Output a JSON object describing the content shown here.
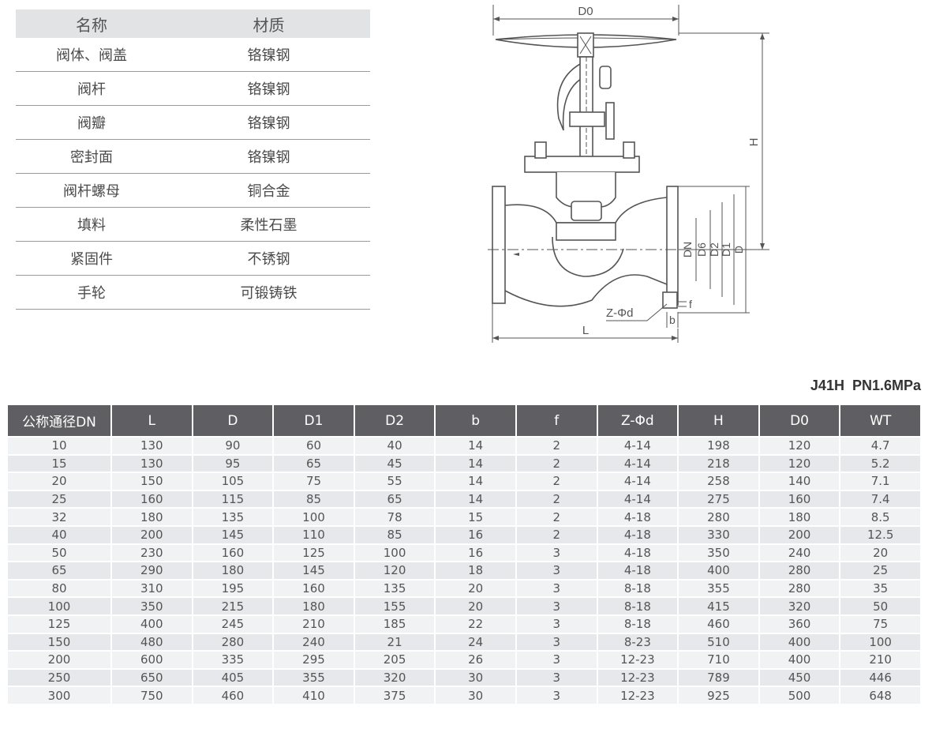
{
  "materials": {
    "headers": [
      "名称",
      "材质"
    ],
    "rows": [
      [
        "阀体、阀盖",
        "铬镍钢"
      ],
      [
        "阀杆",
        "铬镍钢"
      ],
      [
        "阀瓣",
        "铬镍钢"
      ],
      [
        "密封面",
        "铬镍钢"
      ],
      [
        "阀杆螺母",
        "铜合金"
      ],
      [
        "填料",
        "柔性石墨"
      ],
      [
        "紧固件",
        "不锈钢"
      ],
      [
        "手轮",
        "可锻铸铁"
      ]
    ]
  },
  "drawing": {
    "label_d0": "D0",
    "label_h": "H",
    "label_l": "L",
    "label_zd": "Z-Φd",
    "label_b": "b",
    "label_f": "f",
    "label_dn": "DN",
    "label_d6": "D6",
    "label_d2": "D2",
    "label_d1": "D1",
    "label_d": "D"
  },
  "model_label": "J41H  PN1.6MPa",
  "dimensions": {
    "headers": [
      "公称通径DN",
      "L",
      "D",
      "D1",
      "D2",
      "b",
      "f",
      "Z-Φd",
      "H",
      "D0",
      "WT"
    ],
    "rows": [
      [
        "10",
        "130",
        "90",
        "60",
        "40",
        "14",
        "2",
        "4-14",
        "198",
        "120",
        "4.7"
      ],
      [
        "15",
        "130",
        "95",
        "65",
        "45",
        "14",
        "2",
        "4-14",
        "218",
        "120",
        "5.2"
      ],
      [
        "20",
        "150",
        "105",
        "75",
        "55",
        "14",
        "2",
        "4-14",
        "258",
        "140",
        "7.1"
      ],
      [
        "25",
        "160",
        "115",
        "85",
        "65",
        "14",
        "2",
        "4-14",
        "275",
        "160",
        "7.4"
      ],
      [
        "32",
        "180",
        "135",
        "100",
        "78",
        "15",
        "2",
        "4-18",
        "280",
        "180",
        "8.5"
      ],
      [
        "40",
        "200",
        "145",
        "110",
        "85",
        "16",
        "2",
        "4-18",
        "330",
        "200",
        "12.5"
      ],
      [
        "50",
        "230",
        "160",
        "125",
        "100",
        "16",
        "3",
        "4-18",
        "350",
        "240",
        "20"
      ],
      [
        "65",
        "290",
        "180",
        "145",
        "120",
        "18",
        "3",
        "4-18",
        "400",
        "280",
        "25"
      ],
      [
        "80",
        "310",
        "195",
        "160",
        "135",
        "20",
        "3",
        "8-18",
        "355",
        "280",
        "35"
      ],
      [
        "100",
        "350",
        "215",
        "180",
        "155",
        "20",
        "3",
        "8-18",
        "415",
        "320",
        "50"
      ],
      [
        "125",
        "400",
        "245",
        "210",
        "185",
        "22",
        "3",
        "8-18",
        "460",
        "360",
        "75"
      ],
      [
        "150",
        "480",
        "280",
        "240",
        "21",
        "24",
        "3",
        "8-23",
        "510",
        "400",
        "100"
      ],
      [
        "200",
        "600",
        "335",
        "295",
        "205",
        "26",
        "3",
        "12-23",
        "710",
        "400",
        "210"
      ],
      [
        "250",
        "650",
        "405",
        "355",
        "320",
        "30",
        "3",
        "12-23",
        "789",
        "450",
        "446"
      ],
      [
        "300",
        "750",
        "460",
        "410",
        "375",
        "30",
        "3",
        "12-23",
        "925",
        "500",
        "648"
      ]
    ]
  }
}
